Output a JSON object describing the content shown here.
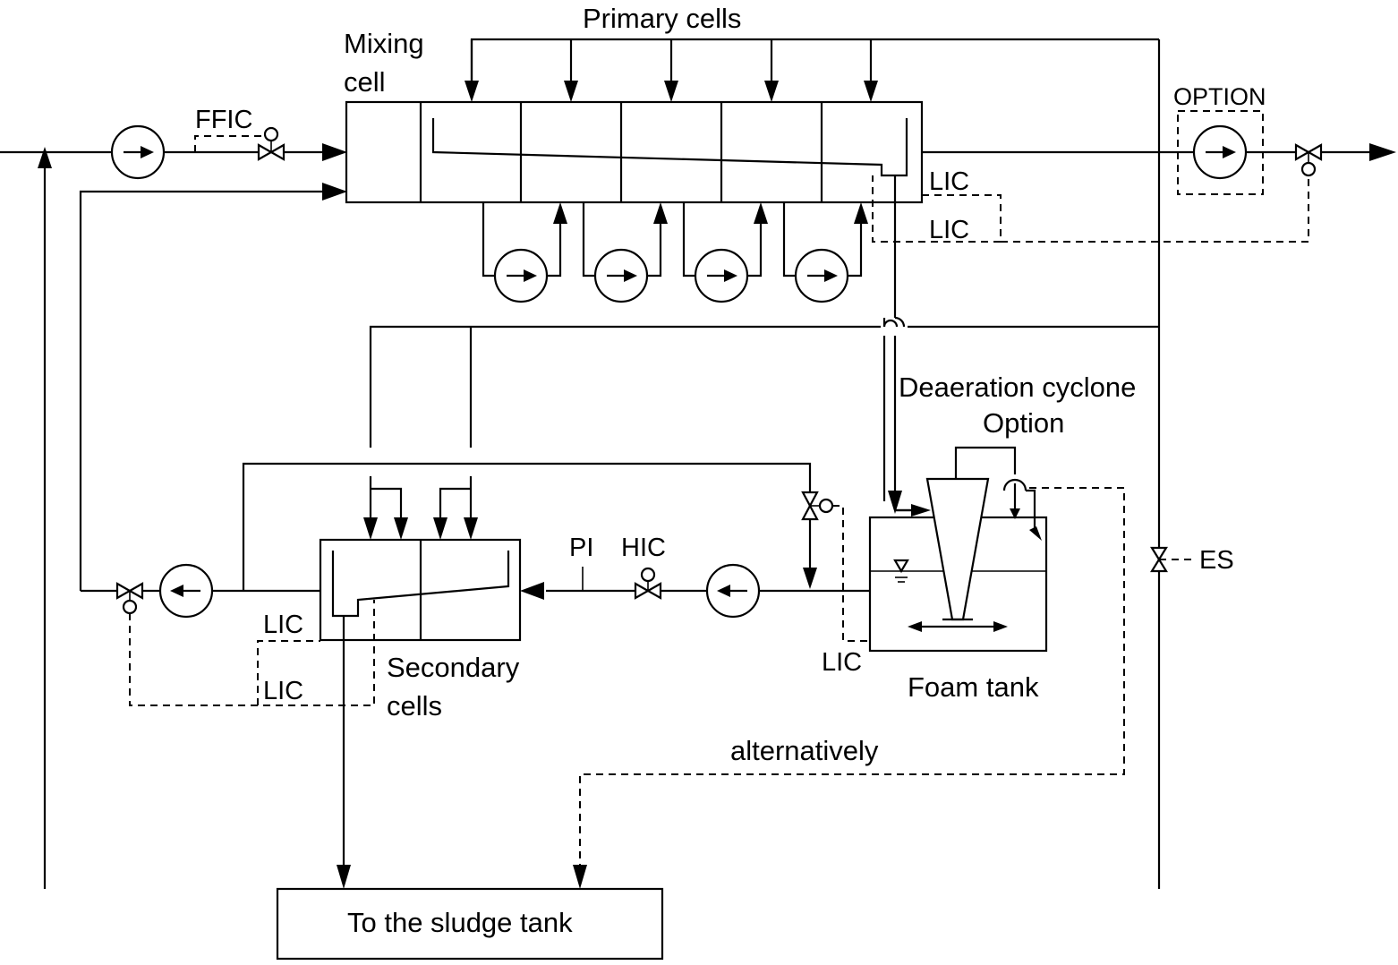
{
  "labels": {
    "primary_cells": "Primary cells",
    "mixing_cell_line1": "Mixing",
    "mixing_cell_line2": "cell",
    "ffic": "FFIC",
    "option_box": "OPTION",
    "lic_primary_1": "LIC",
    "lic_primary_2": "LIC",
    "deaeration_line1": "Deaeration cyclone",
    "deaeration_line2": "Option",
    "pi": "PI",
    "hic": "HIC",
    "es": "ES",
    "lic_secondary_1": "LIC",
    "lic_secondary_2": "LIC",
    "secondary_line1": "Secondary",
    "secondary_line2": "cells",
    "lic_foam": "LIC",
    "foam_tank": "Foam tank",
    "alternatively": "alternatively",
    "sludge_tank": "To the sludge tank"
  },
  "colors": {
    "line": "#000000",
    "background": "#ffffff"
  }
}
